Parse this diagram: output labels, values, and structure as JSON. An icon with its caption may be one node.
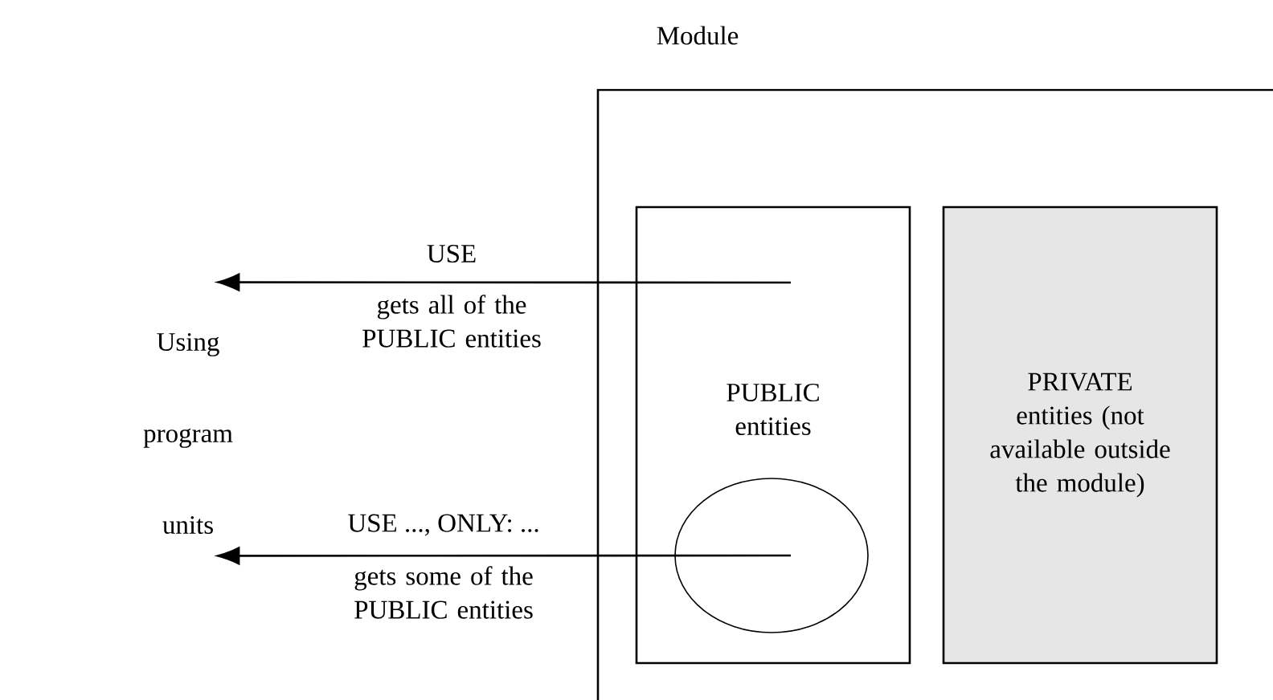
{
  "diagram": {
    "nodes": [
      {
        "text": [
          "Module"
        ]
      },
      {
        "text": [
          "PUBLIC entities"
        ],
        "in": 0
      },
      {
        "text": [],
        "shape": "circle",
        "in": 1
      },
      {
        "text": [
          "PRIVATE entities (not available outside the module)"
        ],
        "in": 0
      },
      {
        "text": [
          "Using program units"
        ]
      }
    ],
    "edges": [
      {
        "from": 1,
        "to": 4,
        "arrow": "to",
        "label": "USE"
      },
      {
        "from": 2,
        "to": 4,
        "arrow": "to",
        "label": "USE ..., ONLY: ..."
      }
    ],
    "labels": [
      "gets all of the PUBLIC entities",
      "gets some of the PUBLIC entities"
    ]
  }
}
